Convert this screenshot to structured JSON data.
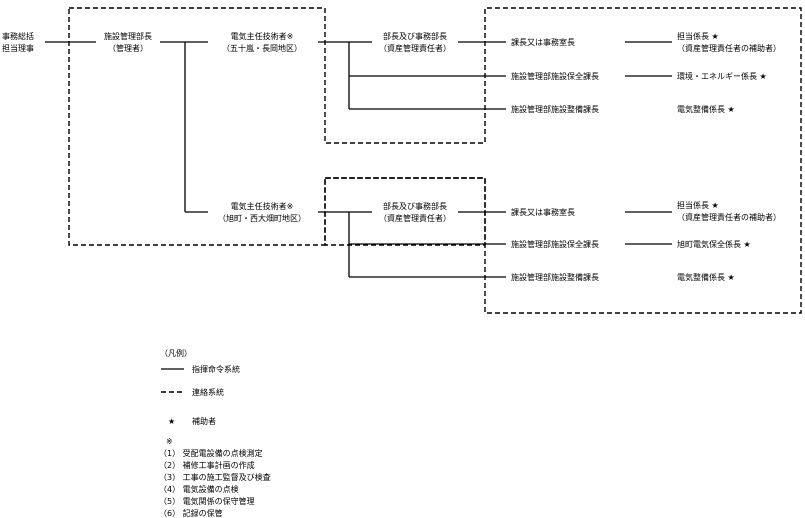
{
  "nodes": {
    "jimu_line1": "事務総括",
    "jimu_line2": "担当理事",
    "shisetsu_line1": "施設管理部長",
    "shisetsu_line2": "（管理者）",
    "denki1_line1": "電気主任技術者※",
    "denki1_line2": "（五十嵐・長岡地区）",
    "denki2_line1": "電気主任技術者※",
    "denki2_line2": "（旭町・西大畑町地区）",
    "buchou1_line1": "部長及び事務部長",
    "buchou1_line2": "（資産管理責任者）",
    "buchou2_line1": "部長及び事務部長",
    "buchou2_line2": "（資産管理責任者）",
    "kachou1": "課長又は事務室長",
    "hozen1": "施設管理部施設保全課長",
    "seibi1": "施設管理部施設整備課長",
    "kachou2": "課長又は事務室長",
    "hozen2": "施設管理部施設保全課長",
    "seibi2": "施設管理部施設整備課長",
    "tantou1_line1": "担当係長 ★",
    "tantou1_line2": "（資産管理責任者の補助者）",
    "kankyo": "環境・エネルギー係長 ★",
    "denkiseibi1": "電気整備係長 ★",
    "tantou2_line1": "担当係長 ★",
    "tantou2_line2": "（資産管理責任者の補助者）",
    "asahi": "旭町電気保全係長 ★",
    "denkiseibi2": "電気整備係長 ★"
  },
  "legend": {
    "title": "（凡例）",
    "solid_label": "指揮命令系統",
    "dash_label": "連絡系統",
    "star_symbol": "★",
    "star_label": "補助者"
  },
  "notes": {
    "mark": "※",
    "items": [
      "（1） 受配電設備の点検測定",
      "（2） 補修工事計画の作成",
      "（3） 工事の施工監督及び検査",
      "（4） 電気設備の点検",
      "（5） 電気関係の保守管理",
      "（6） 記録の保管"
    ]
  }
}
